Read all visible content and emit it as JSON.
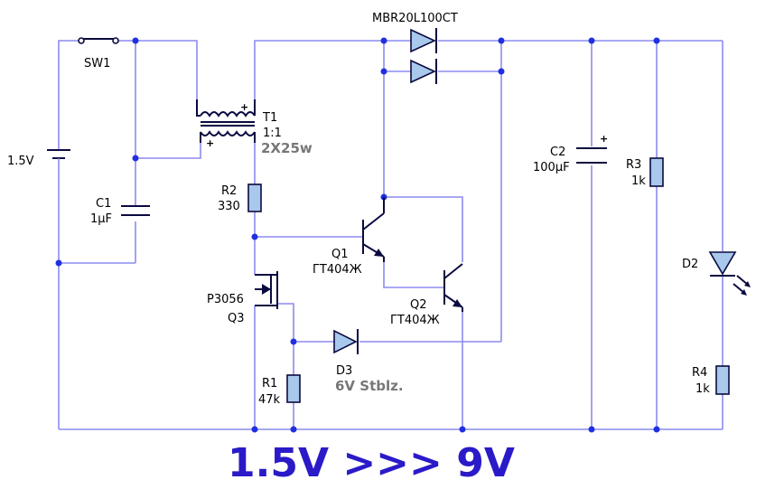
{
  "components": {
    "battery": {
      "value": "1.5V"
    },
    "sw1": {
      "ref": "SW1"
    },
    "t1": {
      "ref": "T1",
      "ratio": "1:1",
      "note": "2X25w",
      "plus_top": "+",
      "plus_bottom": "+"
    },
    "c1": {
      "ref": "C1",
      "value": "1μF"
    },
    "r2": {
      "ref": "R2",
      "value": "330"
    },
    "q3": {
      "part": "P3056",
      "ref": "Q3"
    },
    "r1": {
      "ref": "R1",
      "value": "47k"
    },
    "q1": {
      "ref": "Q1",
      "part": "ГТ404Ж"
    },
    "q2": {
      "ref": "Q2",
      "part": "ГТ404Ж"
    },
    "d3": {
      "ref": "D3",
      "note": "6V Stblz."
    },
    "diodes_top": {
      "part": "MBR20L100CT"
    },
    "c2": {
      "ref": "C2",
      "value": "100μF",
      "plus": "+"
    },
    "r3": {
      "ref": "R3",
      "value": "1k"
    },
    "d2": {
      "ref": "D2"
    },
    "r4": {
      "ref": "R4",
      "value": "1k"
    }
  },
  "banner": "1.5V >>> 9V"
}
